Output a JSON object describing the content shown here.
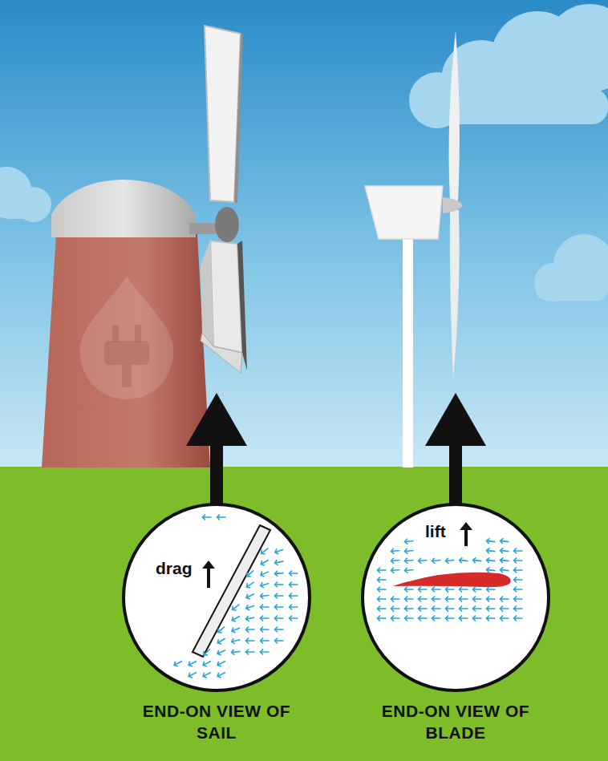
{
  "diagram": {
    "nodes": [
      {
        "text": [
          "drag",
          "END-ON VIEW OF SAIL"
        ]
      },
      {
        "text": [
          "lift",
          "END-ON VIEW OF BLADE"
        ]
      }
    ]
  }
}
